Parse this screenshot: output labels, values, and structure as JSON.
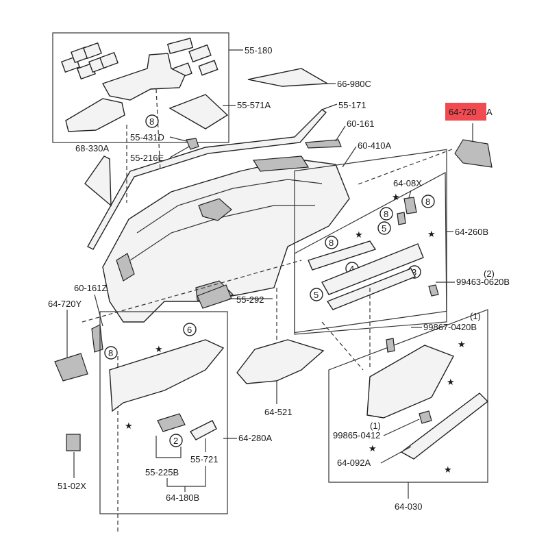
{
  "highlight_color": "#f04b50",
  "labels": {
    "p55_180": "55-180",
    "p66_980c": "66-980C",
    "p55_571a": "55-571A",
    "p55_171": "55-171",
    "p60_161": "60-161",
    "p55_431d": "55-431D",
    "p55_216e": "55-216E",
    "p68_330a": "68-330A",
    "p60_410a": "60-410A",
    "p64_720a_num": "64-720",
    "p64_720a_suffix": "A",
    "p64_08x": "64-08X",
    "p64_260b": "64-260B",
    "p60_161z": "60-161Z",
    "p64_720y": "64-720Y",
    "p55_292": "55-292",
    "p99463_qty": "(2)",
    "p99463": "99463-0620B",
    "p99867_qty": "(1)",
    "p99867": "99867-0420B",
    "p64_521": "64-521",
    "p64_280a": "64-280A",
    "p51_02x": "51-02X",
    "p55_225b": "55-225B",
    "p55_721": "55-721",
    "p64_180b": "64-180B",
    "p99865": "99865-0412",
    "p99865_qty": "(1)",
    "p64_092a": "64-092A",
    "p64_030": "64-030"
  },
  "callouts": {
    "c8a": "8",
    "c8b": "8",
    "c8c": "8",
    "c8d": "8",
    "c8e": "8",
    "c5a": "5",
    "c5b": "5",
    "c4": "4",
    "c3": "3",
    "c6": "6",
    "c2": "2"
  },
  "stars": {
    "glyph": "★"
  }
}
